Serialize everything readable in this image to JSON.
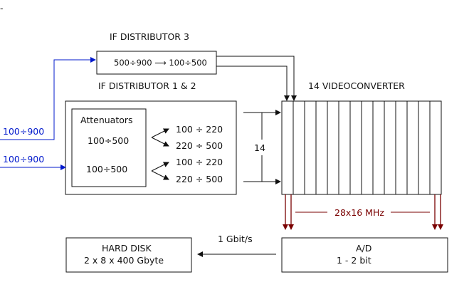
{
  "title_mark": "-",
  "if_dist3": {
    "title": "IF DISTRIBUTOR 3",
    "text": "500÷900 ⟶ 100÷500"
  },
  "if_dist12": {
    "title": "IF DISTRIBUTOR 1 & 2",
    "attenuators_title": "Attenuators",
    "att_range_1": "100÷500",
    "att_range_2": "100÷500",
    "out_1a": "100 ÷ 220",
    "out_1b": "220 ÷ 500",
    "out_2a": "100 ÷ 220",
    "out_2b": "220 ÷ 500",
    "count": "14"
  },
  "inputs": {
    "in_1": "100÷900",
    "in_2": "100÷900"
  },
  "videoconverter": {
    "title": "14 VIDEOCONVERTER",
    "bandwidth": "28x16 MHz",
    "channels": 14
  },
  "hard_disk": {
    "line1": "HARD DISK",
    "line2": "2 x 8 x 400 Gbyte"
  },
  "link_rate": "1 Gbit/s",
  "adc": {
    "line1": "A/D",
    "line2": "1 - 2 bit"
  },
  "colors": {
    "input_lines": "#0018cc",
    "adc_arrows": "#7a0000",
    "lines": "#111111"
  }
}
